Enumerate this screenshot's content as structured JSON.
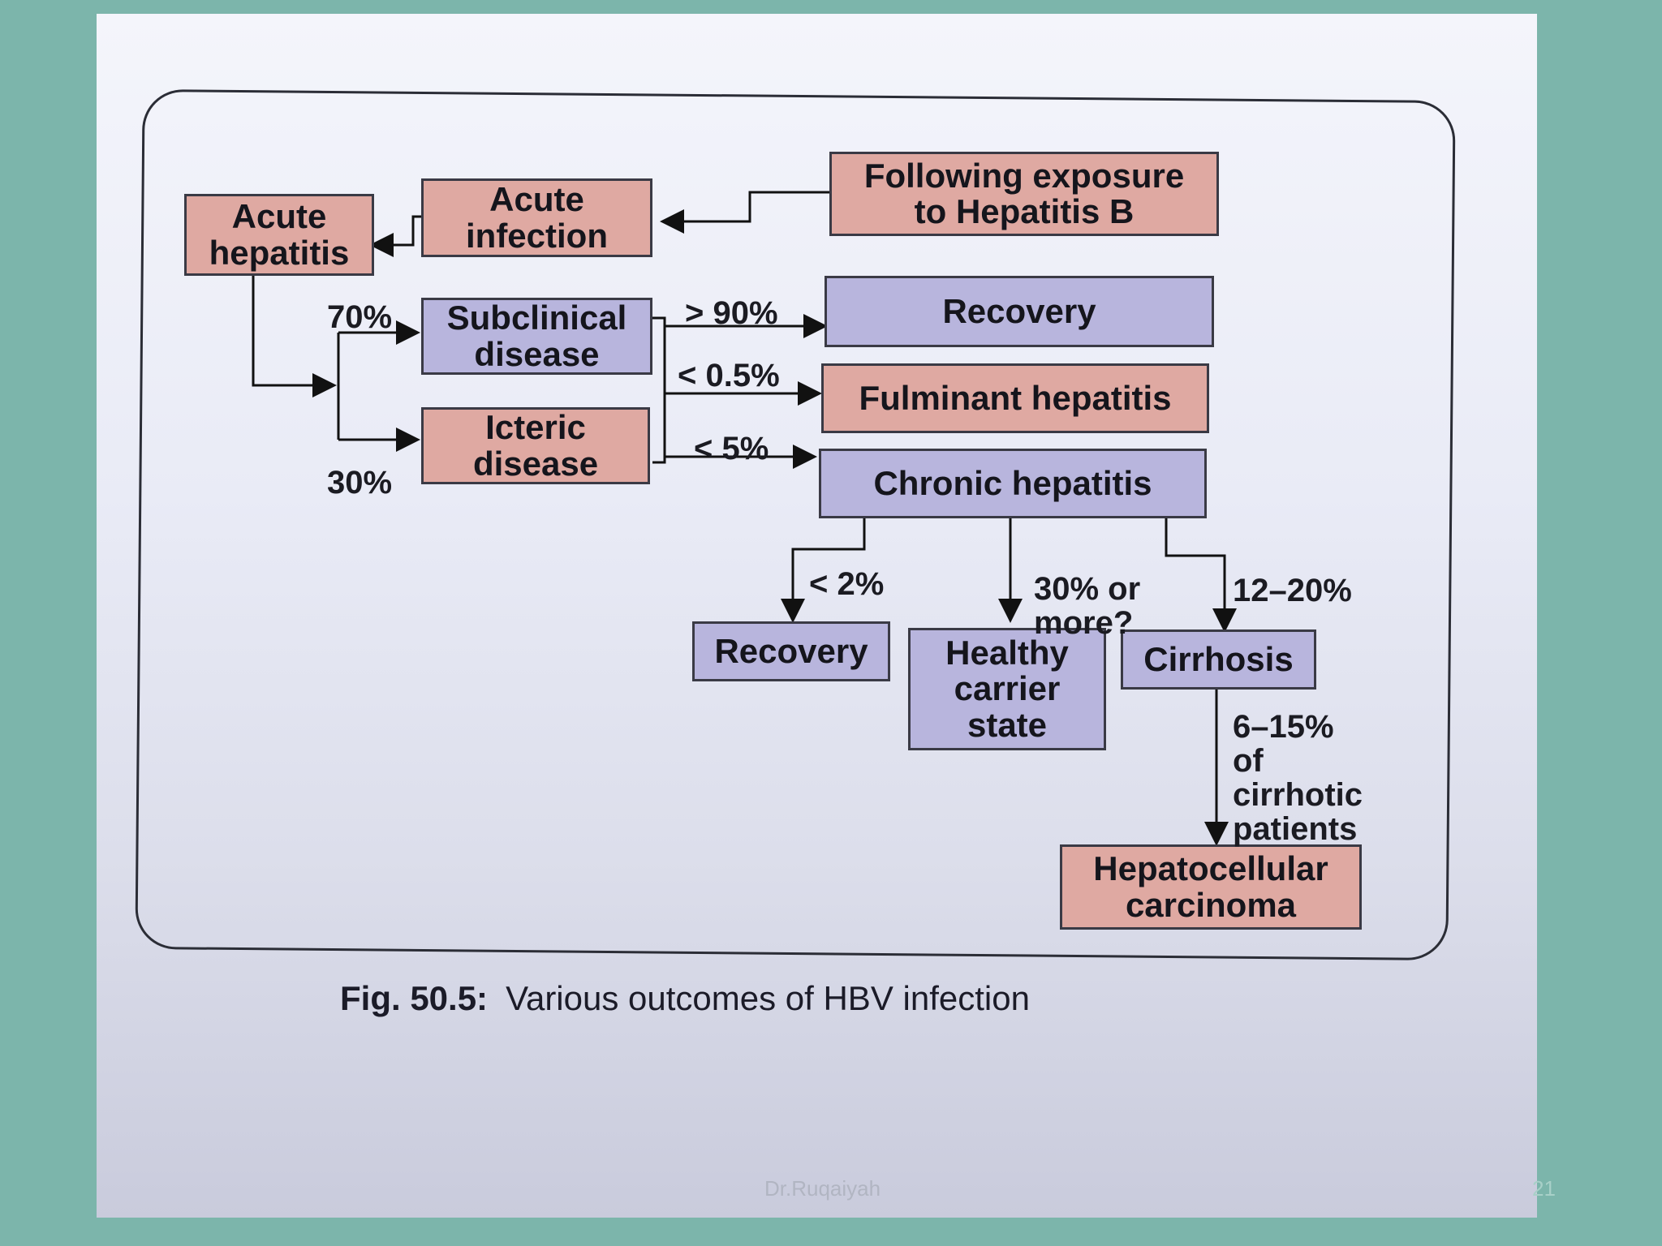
{
  "diagram": {
    "boxes": {
      "exposure": "Following exposure\nto Hepatitis B",
      "acute_infection": "Acute\ninfection",
      "acute_hepatitis": "Acute\nhepatitis",
      "subclinical": "Subclinical\ndisease",
      "icteric": "Icteric\ndisease",
      "recovery_top": "Recovery",
      "fulminant": "Fulminant hepatitis",
      "chronic": "Chronic hepatitis",
      "recovery_bottom": "Recovery",
      "healthy_carrier": "Healthy\ncarrier\nstate",
      "cirrhosis": "Cirrhosis",
      "hcc": "Hepatocellular\ncarcinoma"
    },
    "labels": {
      "pct_70": "70%",
      "pct_30": "30%",
      "gt_90": "> 90%",
      "lt_05": "< 0.5%",
      "lt_5": "< 5%",
      "lt_2": "< 2%",
      "pct_30_more": "30% or\nmore?",
      "pct_12_20": "12–20%",
      "pct_6_15": "6–15%\nof\ncirrhotic\npatients"
    },
    "colors": {
      "pink": "#dfa9a2",
      "blue": "#b8b5dd"
    }
  },
  "caption": {
    "number": "Fig. 50.5:",
    "text": "Various outcomes of HBV infection"
  },
  "footer": {
    "author": "Dr.Ruqaiyah",
    "page": "21"
  }
}
